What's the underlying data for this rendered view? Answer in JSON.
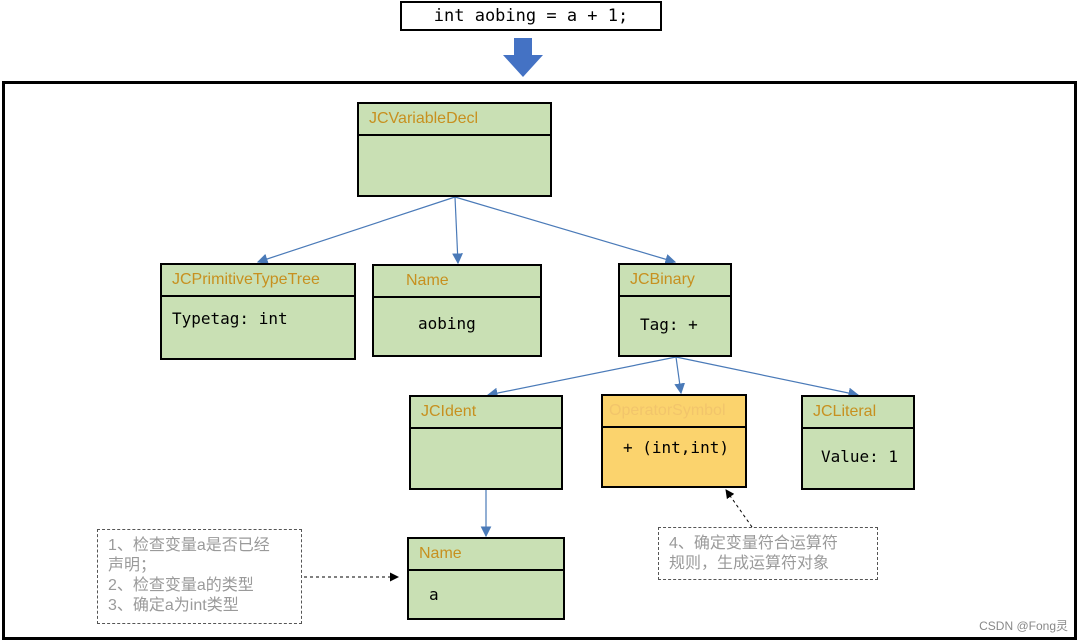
{
  "code_line": "int aobing = a + 1;",
  "nodes": {
    "variable_decl": {
      "title": "JCVariableDecl",
      "body": ""
    },
    "primitive_type": {
      "title": "JCPrimitiveTypeTree",
      "body": "Typetag: int"
    },
    "name_top": {
      "title": "Name",
      "body": "aobing"
    },
    "binary": {
      "title": "JCBinary",
      "body": "Tag: +"
    },
    "ident": {
      "title": "JCIdent",
      "body": ""
    },
    "operator_symbol": {
      "title": "OperatorSymbol",
      "body": "+ (int,int)"
    },
    "literal": {
      "title": "JCLiteral",
      "body": "Value: 1"
    },
    "name_bottom": {
      "title": "Name",
      "body": "a"
    }
  },
  "notes": {
    "left": [
      "1、检查变量a是否已经",
      "声明；",
      "2、检查变量a的类型",
      "3、确定a为int类型"
    ],
    "right": [
      "4、确定变量符合运算符",
      "规则，生成运算符对象"
    ]
  },
  "watermark": "CSDN @Fong灵",
  "colors": {
    "node_fill": "#c9e0b4",
    "operator_fill": "#fbd36d",
    "header_text": "#c7901f",
    "arrow_blue": "#4a7ab8",
    "big_arrow": "#4472c4"
  }
}
